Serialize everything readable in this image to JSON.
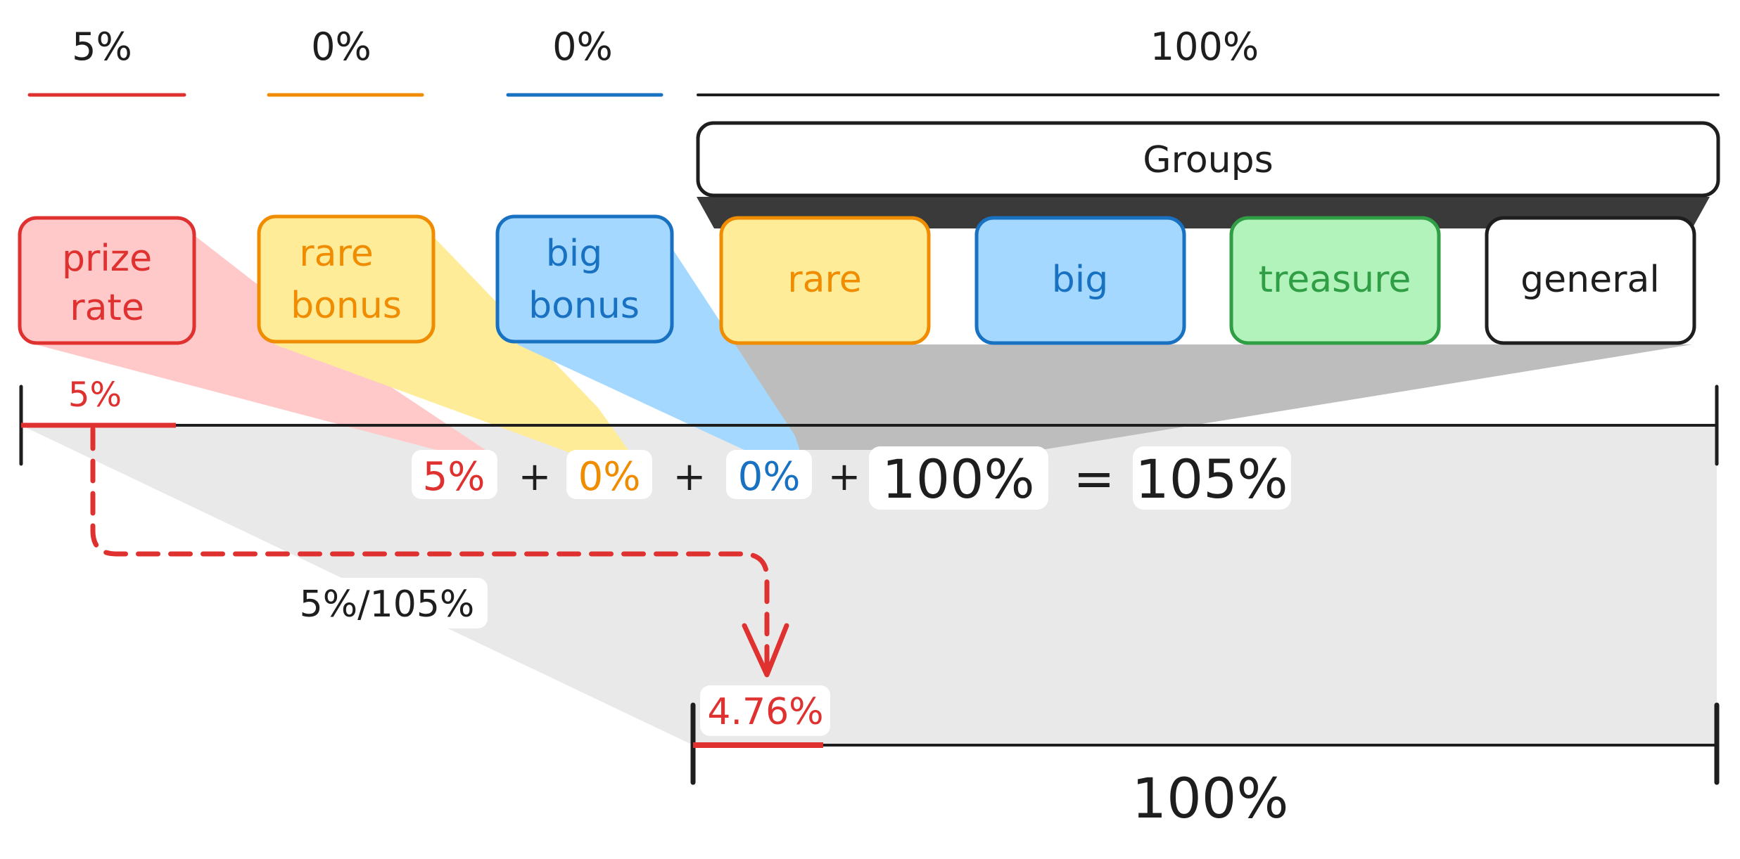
{
  "colors": {
    "red": "#e03131",
    "orange": "#f08c00",
    "blue": "#1971c2",
    "green": "#2f9e44",
    "black": "#1e1e1e",
    "red_fill": "#ffc9c9",
    "yellow_fill": "#ffec99",
    "blue_fill": "#a5d8ff",
    "green_fill": "#b2f2bb",
    "gray_fill": "#bdbdbd",
    "light_gray": "#e9e9e9"
  },
  "top_labels": {
    "prize_rate": "5%",
    "rare_bonus": "0%",
    "big_bonus": "0%",
    "groups_total": "100%"
  },
  "groups_header": "Groups",
  "boxes": {
    "prize_rate": [
      "prize",
      "rate"
    ],
    "rare_bonus": [
      "rare",
      "bonus"
    ],
    "big_bonus": [
      "big",
      "bonus"
    ],
    "rare": "rare",
    "big": "big",
    "treasure": "treasure",
    "general": "general"
  },
  "bar_top_label": "5%",
  "equation": {
    "term1": "5%",
    "plus1": "+",
    "term2": "0%",
    "plus2": "+",
    "term3": "0%",
    "plus3": "+",
    "term4": "100%",
    "equals": "=",
    "result": "105%"
  },
  "ratio_label": "5%/105%",
  "result_label": "4.76%",
  "bottom_total": "100%"
}
